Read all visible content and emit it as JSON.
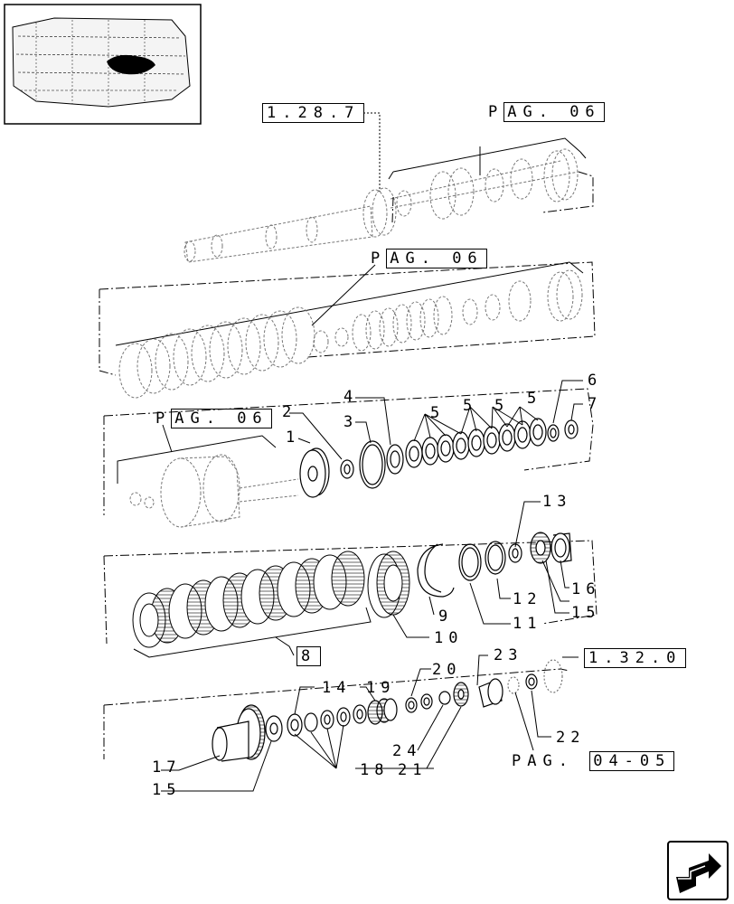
{
  "refs": {
    "r1287": "1.28.7",
    "r1320": "1.32.0",
    "r8": "8"
  },
  "pag": {
    "prefix": "P",
    "a": "AG. 06",
    "b": "AG. 06",
    "c": "AG. 06",
    "d_prefix": "PAG.",
    "d_box": "04-05"
  },
  "callouts": {
    "c1": "1",
    "c2": "2",
    "c3": "3",
    "c4": "4",
    "c5a": "5",
    "c5b": "5",
    "c5c": "5",
    "c5d": "5",
    "c6": "6",
    "c7": "7",
    "c9": "9",
    "c10": "10",
    "c11": "11",
    "c12": "12",
    "c13": "13",
    "c15a": "15",
    "c15b": "15",
    "c16": "16",
    "c17": "17",
    "c14": "14",
    "c19": "19",
    "c20": "20",
    "c23": "23",
    "c22": "22",
    "c24": "24",
    "c18": "18",
    "c21": "21"
  }
}
